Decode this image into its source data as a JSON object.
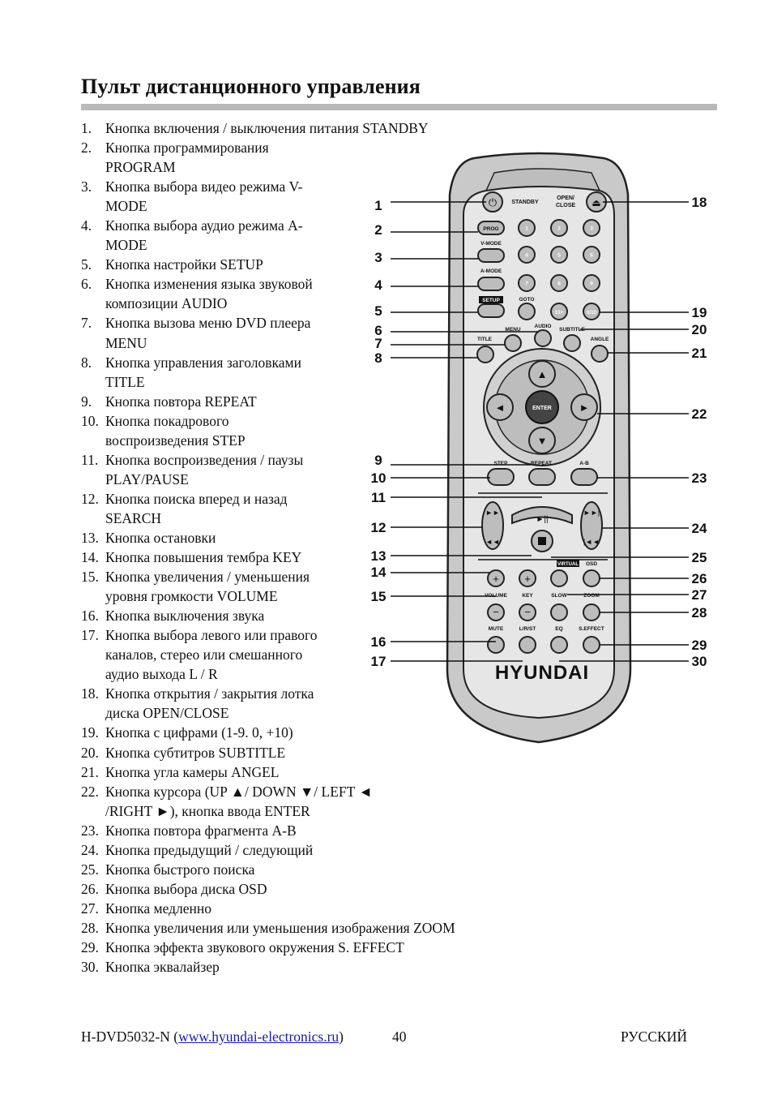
{
  "title": "Пульт дистанционного управления",
  "items": [
    {
      "num": "1.",
      "lines": [
        "Кнопка включения / выключения питания STANDBY"
      ]
    },
    {
      "num": "2.",
      "lines": [
        "Кнопка программирования",
        "PROGRAM"
      ]
    },
    {
      "num": "3.",
      "lines": [
        "Кнопка выбора видео режима V-",
        "MODE"
      ]
    },
    {
      "num": "4.",
      "lines": [
        "Кнопка выбора аудио режима A-",
        "MODE"
      ]
    },
    {
      "num": "5.",
      "lines": [
        "Кнопка настройки SETUP"
      ]
    },
    {
      "num": "6.",
      "lines": [
        "Кнопка изменения языка звуковой",
        "композиции  AUDIO"
      ]
    },
    {
      "num": "7.",
      "lines": [
        "Кнопка вызова меню DVD плеера",
        "MENU"
      ]
    },
    {
      "num": "8.",
      "lines": [
        "Кнопка управления заголовками",
        "TITLE"
      ]
    },
    {
      "num": "9.",
      "lines": [
        "Кнопка повтора REPEAT"
      ]
    },
    {
      "num": "10.",
      "lines": [
        "Кнопка покадрового",
        "воспроизведения STEP"
      ]
    },
    {
      "num": "11.",
      "lines": [
        "Кнопка воспроизведения / паузы",
        "PLAY/PAUSE"
      ]
    },
    {
      "num": "12.",
      "lines": [
        "Кнопка  поиска вперед и назад",
        "SEARCH"
      ]
    },
    {
      "num": "13.",
      "lines": [
        "Кнопка остановки"
      ]
    },
    {
      "num": "14.",
      "lines": [
        "Кнопка повышения тембра KEY"
      ]
    },
    {
      "num": "15.",
      "lines": [
        "Кнопка увеличения / уменьшения",
        "уровня громкости VOLUME"
      ]
    },
    {
      "num": "16.",
      "lines": [
        "Кнопка выключения звука"
      ]
    },
    {
      "num": "17.",
      "lines": [
        "Кнопка выбора левого или правого",
        "каналов, стерео или смешанного",
        "аудио выхода L / R"
      ]
    },
    {
      "num": "18.",
      "lines": [
        "Кнопка открытия / закрытия  лотка",
        "диска OPEN/CLOSE"
      ]
    },
    {
      "num": "19.",
      "lines": [
        "Кнопка с цифрами (1-9. 0, +10)"
      ]
    },
    {
      "num": "20.",
      "lines": [
        "Кнопка субтитров SUBTITLE"
      ]
    },
    {
      "num": "21.",
      "lines": [
        "Кнопка угла камеры ANGEL"
      ]
    },
    {
      "num": "22.",
      "lines": [
        "Кнопка курсора (UP ▲/ DOWN ▼/ LEFT ◄",
        "/RIGHT ►), кнопка ввода ENTER"
      ]
    },
    {
      "num": "23.",
      "lines": [
        "Кнопка повтора фрагмента A-B"
      ]
    },
    {
      "num": "24.",
      "lines": [
        "Кнопка предыдущий / следующий"
      ]
    },
    {
      "num": "25.",
      "lines": [
        "Кнопка быстрого поиска"
      ]
    },
    {
      "num": "26.",
      "lines": [
        "Кнопка выбора диска OSD"
      ]
    },
    {
      "num": "27.",
      "lines": [
        "Кнопка медленно"
      ]
    },
    {
      "num": "28.",
      "lines": [
        "Кнопка увеличения или уменьшения изображения ZOOM"
      ]
    },
    {
      "num": "29.",
      "lines": [
        "Кнопка эффекта звукового окружения S. EFFECT"
      ]
    },
    {
      "num": "30.",
      "lines": [
        "Кнопка эквалайзер"
      ]
    }
  ],
  "remote": {
    "brand": "HYUNDAI",
    "labels": {
      "standby": "STANDBY",
      "open": "OPEN/",
      "close": "CLOSE",
      "prog": "PROG",
      "vmode": "V-MODE",
      "amode": "A-MODE",
      "setup": "SETUP",
      "goto": "GOTO",
      "ten_plus": "10+",
      "zero": "0/10",
      "menu": "MENU",
      "audio": "AUDIO",
      "subtitle": "SUBTITLE",
      "title": "TITLE",
      "angle": "ANGLE",
      "enter": "ENTER",
      "step": "STEP",
      "repeat": "REPEAT",
      "ab": "A-B",
      "virtual": "VIRTUAL",
      "osd": "OSD",
      "volume": "VOLUME",
      "key": "KEY",
      "slow": "SLOW",
      "zoom": "ZOOM",
      "mute": "MUTE",
      "lrst": "L/R/ST",
      "eq": "EQ",
      "seffect": "S.EFFECT"
    },
    "digits": [
      "1",
      "2",
      "3",
      "4",
      "5",
      "6",
      "7",
      "8",
      "9"
    ],
    "callouts_left": [
      "1",
      "2",
      "3",
      "4",
      "5",
      "6",
      "7",
      "8",
      "9",
      "10",
      "11",
      "12",
      "13",
      "14",
      "15",
      "16",
      "17"
    ],
    "callouts_right": [
      "18",
      "19",
      "20",
      "21",
      "22",
      "23",
      "24",
      "25",
      "26",
      "27",
      "28",
      "29",
      "30"
    ]
  },
  "footer": {
    "model": "H-DVD5032-N (",
    "url": "www.hyundai-electronics.ru",
    "close_paren": ")",
    "page": "40",
    "language": "РУССКИЙ"
  }
}
